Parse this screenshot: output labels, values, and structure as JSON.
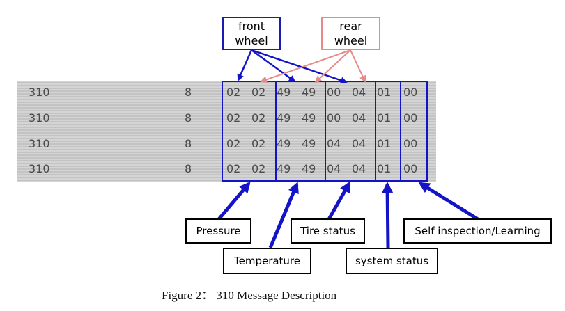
{
  "front_wheel_label": [
    "front",
    "wheel"
  ],
  "rear_wheel_label": [
    "rear",
    "wheel"
  ],
  "rows": [
    {
      "id": "310",
      "dlc": "8",
      "bytes": [
        "02",
        "02",
        "49",
        "49",
        "00",
        "04",
        "01",
        "00"
      ]
    },
    {
      "id": "310",
      "dlc": "8",
      "bytes": [
        "02",
        "02",
        "49",
        "49",
        "00",
        "04",
        "01",
        "00"
      ]
    },
    {
      "id": "310",
      "dlc": "8",
      "bytes": [
        "02",
        "02",
        "49",
        "49",
        "04",
        "04",
        "01",
        "00"
      ]
    },
    {
      "id": "310",
      "dlc": "8",
      "bytes": [
        "02",
        "02",
        "49",
        "49",
        "04",
        "04",
        "01",
        "00"
      ]
    }
  ],
  "callouts": {
    "pressure": "Pressure",
    "temperature": "Temperature",
    "tire_status": "Tire status",
    "system_status": "system status",
    "self_inspection": "Self inspection/Learning"
  },
  "caption": "Figure 2： 310 Message Description",
  "colors": {
    "blue": "#1313c8",
    "pink": "#e88a8a"
  }
}
